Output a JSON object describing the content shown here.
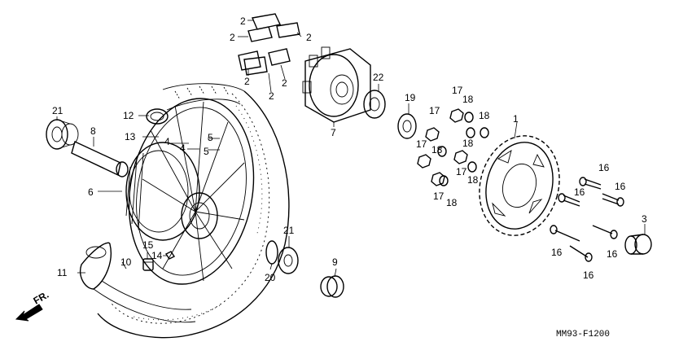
{
  "callouts": {
    "p1": "1",
    "p2a": "2",
    "p2b": "2",
    "p2c": "2",
    "p2d": "2",
    "p2e": "2",
    "p2f": "2",
    "p3": "3",
    "p4a": "4",
    "p4b": "4",
    "p5a": "5",
    "p5b": "5",
    "p6": "6",
    "p7": "7",
    "p8": "8",
    "p9": "9",
    "p10": "10",
    "p11": "11",
    "p12": "12",
    "p13": "13",
    "p14": "14",
    "p15": "15",
    "p16a": "16",
    "p16b": "16",
    "p16c": "16",
    "p16d": "16",
    "p16e": "16",
    "p16f": "16",
    "p17a": "17",
    "p17b": "17",
    "p17c": "17",
    "p17d": "17",
    "p17e": "17",
    "p18a": "18",
    "p18b": "18",
    "p18c": "18",
    "p18d": "18",
    "p18e": "18",
    "p18f": "18",
    "p19": "19",
    "p20": "20",
    "p21a": "21",
    "p21b": "21",
    "p22": "22"
  },
  "direction_label": "FR.",
  "figure_code": "MM93-F1200",
  "icons": {
    "front_arrow": "front-direction-arrow-icon"
  }
}
